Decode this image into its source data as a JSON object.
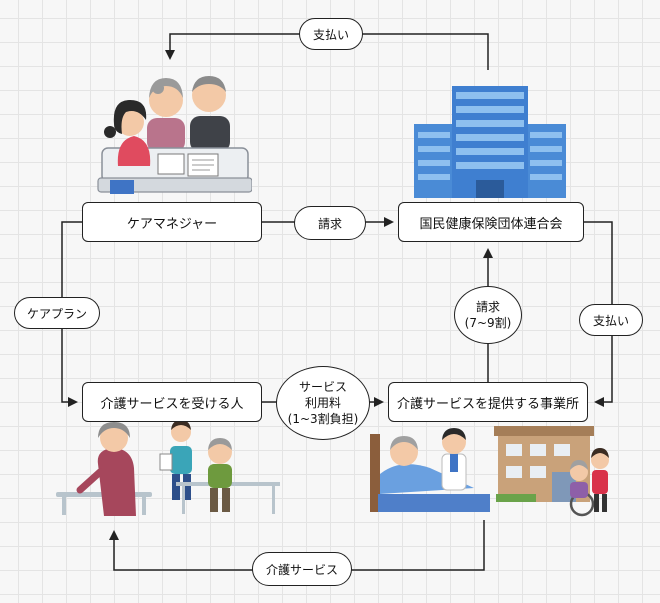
{
  "nodes": {
    "care_manager": "ケアマネジャー",
    "federation": "国民健康保険団体連合会",
    "recipient": "介護サービスを受ける人",
    "provider": "介護サービスを提供する事業所"
  },
  "edge_labels": {
    "payment_top": "支払い",
    "request": "請求",
    "care_plan": "ケアプラン",
    "provider_request_line1": "請求",
    "provider_request_line2": "(7~9割)",
    "payment_right": "支払い",
    "fee_line1": "サービス",
    "fee_line2": "利用料",
    "fee_line3": "(1~3割負担)",
    "care_service": "介護サービス"
  },
  "colors": {
    "line": "#222222",
    "building_blue": "#4a8bd6",
    "building_light": "#8ec0ef"
  }
}
